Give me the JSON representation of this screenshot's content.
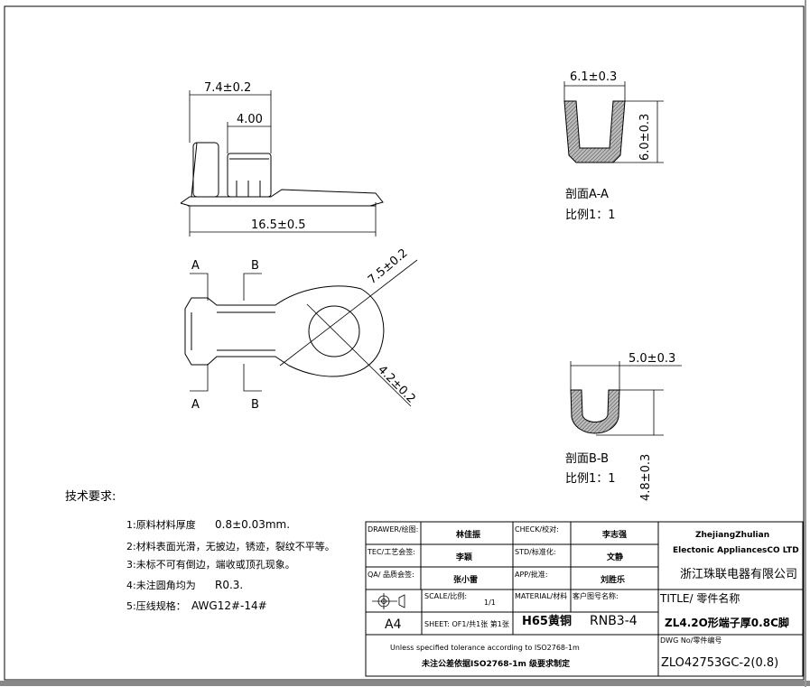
{
  "dimensions": {
    "top_width": "7.4±0.2",
    "top_inner": "4.00",
    "top_length": "16.5±0.5",
    "hole_outer": "7.5±0.2",
    "hole_inner": "4.2±0.2",
    "sec_a_width": "6.1±0.3",
    "sec_a_height": "6.0±0.3",
    "sec_b_width": "5.0±0.3",
    "sec_b_height": "4.8±0.3"
  },
  "section_marks": {
    "a": "A",
    "b": "B"
  },
  "sections": {
    "a_title": "剖面A-A",
    "a_scale": "比例1：1",
    "b_title": "剖面B-B",
    "b_scale": "比例1：1"
  },
  "notes": {
    "heading": "技术要求:",
    "items": [
      {
        "label": "1:原料材料厚度",
        "value": "0.8±0.03mm."
      },
      {
        "label": "2:材料表面光滑，无披边，锈迹，裂纹不平等。",
        "value": ""
      },
      {
        "label": "3:未标不可有倒边，端收或顶孔现象。",
        "value": ""
      },
      {
        "label": "4:未注圆角均为",
        "value": "R0.3."
      },
      {
        "label": "5:压线规格：",
        "value": "AWG12#-14#"
      }
    ]
  },
  "title_block": {
    "drawer_label": "DRAWER/绘图:",
    "drawer_value": "林佳振",
    "check_label": "CHECK/校对:",
    "check_value": "李志强",
    "tec_label": "TEC/工艺会签:",
    "tec_value": "李颖",
    "std_label": "STD/标准化:",
    "std_value": "文静",
    "qa_label": "QA/ 品质会签:",
    "qa_value": "张小雷",
    "app_label": "APP/批准:",
    "app_value": "刘胜乐",
    "scale_label": "SCALE/比例:",
    "scale_value": "1/1",
    "material_label": "MATERIAL/材料",
    "material_value": "H65黄铜",
    "customer_label": "客户图号名称:",
    "customer_value": "RNB3-4",
    "paper_size": "A4",
    "sheet_label": "SHEET: OF1/共1张 第1张",
    "company_en1": "ZhejiangZhulian",
    "company_en2": "Electonic AppliancesCO LTD",
    "company_cn": "浙江珠联电器有限公司",
    "title_label": "TITLE/ 零件名称",
    "title_value": "ZL4.2O形端子厚0.8C脚",
    "tolerance_en": "Unless specified tolerance according to ISO2768-1m",
    "tolerance_cn": "未注公差依据ISO2768-1m 级要求制定",
    "dwg_label": "DWG No/零件编号",
    "dwg_value": "ZLO42753GC-2(0.8)"
  }
}
